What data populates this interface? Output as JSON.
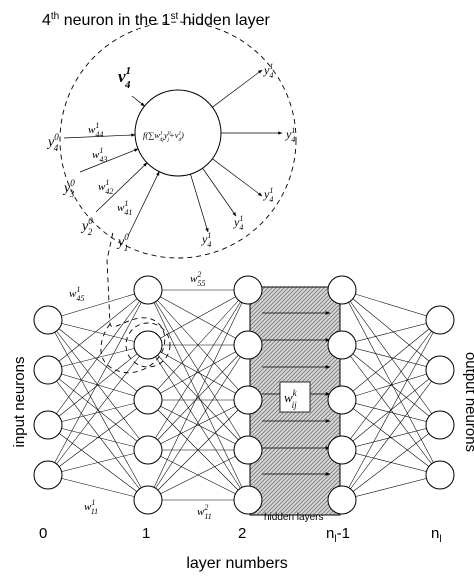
{
  "title": {
    "main": "4",
    "sup1": "th",
    "mid": " neuron in the 1",
    "sup2": "st",
    "tail": " hidden layer"
  },
  "neuron": {
    "func_prefix": "f(∑w",
    "func_sub": "4j",
    "func_sup": "1",
    "func_mid": "y",
    "func_sub2": "j",
    "func_sup2": "0",
    "func_tail": "+v",
    "func_sub3": "4",
    "func_sup3": "1",
    "func_close": ")",
    "bias": {
      "base": "v",
      "sub": "4",
      "sup": "1"
    },
    "inputs": [
      {
        "base": "y",
        "sub": "4",
        "sup": "0"
      },
      {
        "base": "y",
        "sub": "3",
        "sup": "0"
      },
      {
        "base": "y",
        "sub": "2",
        "sup": "0"
      },
      {
        "base": "y",
        "sub": "1",
        "sup": "0"
      }
    ],
    "weights": [
      {
        "base": "w",
        "sub": "44",
        "sup": "1"
      },
      {
        "base": "w",
        "sub": "43",
        "sup": "1"
      },
      {
        "base": "w",
        "sub": "42",
        "sup": "1"
      },
      {
        "base": "w",
        "sub": "41",
        "sup": "1"
      }
    ],
    "output": {
      "base": "y",
      "sub": "4",
      "sup": "1"
    }
  },
  "network": {
    "w45": {
      "base": "w",
      "sub": "45",
      "sup": "1"
    },
    "w55": {
      "base": "w",
      "sub": "55",
      "sup": "2"
    },
    "w11a": {
      "base": "w",
      "sub": "11",
      "sup": "1"
    },
    "w11b": {
      "base": "w",
      "sub": "11",
      "sup": "2"
    },
    "wij": {
      "base": "w",
      "sub": "ij",
      "sup": "k"
    },
    "hidden_layers_label": "hidden layers",
    "input_label": "input neurons",
    "output_label": "output neurons",
    "layer_ticks": [
      "0",
      "1",
      "2",
      "n",
      "n"
    ],
    "tick_sub": "l",
    "tick_suffix": "-1",
    "x_axis_label": "layer numbers"
  }
}
